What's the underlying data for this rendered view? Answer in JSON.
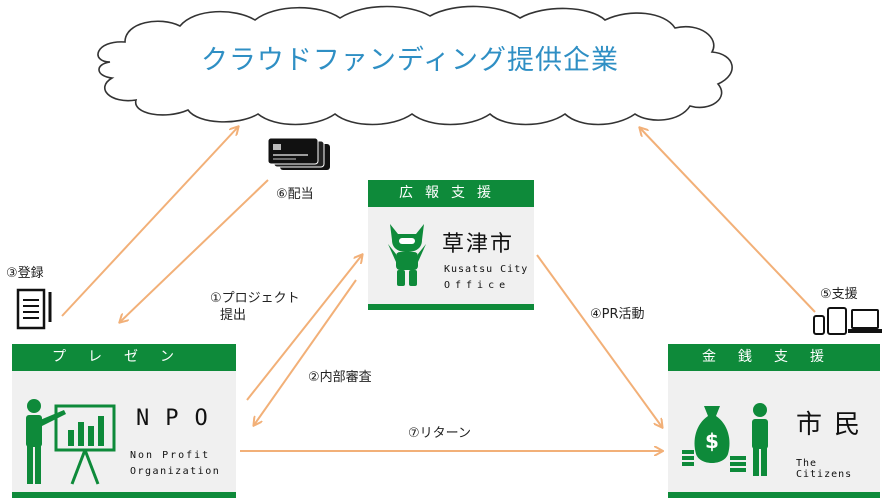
{
  "cloud": {
    "title": "クラウドファンディング提供企業"
  },
  "kusatsu": {
    "header": "広報支援",
    "name": "草津市",
    "en_line1": "Kusatsu City",
    "en_line2": "Office"
  },
  "npo": {
    "header": "プレゼン",
    "name": "NPO",
    "en_line1": "Non Profit",
    "en_line2": "Organization"
  },
  "citizens": {
    "header": "金銭支援",
    "name": "市民",
    "en": "The Citizens"
  },
  "steps": {
    "s1_line1": "①プロジェクト",
    "s1_line2": "提出",
    "s2": "②内部審査",
    "s3": "③登録",
    "s4": "④PR活動",
    "s5": "⑤支援",
    "s6": "⑥配当",
    "s7": "⑦リターン"
  },
  "colors": {
    "green": "#0e8a3a",
    "arrow": "#f2b078",
    "cloud_text": "#2f8fc4",
    "box_bg": "#f0f0f0"
  }
}
